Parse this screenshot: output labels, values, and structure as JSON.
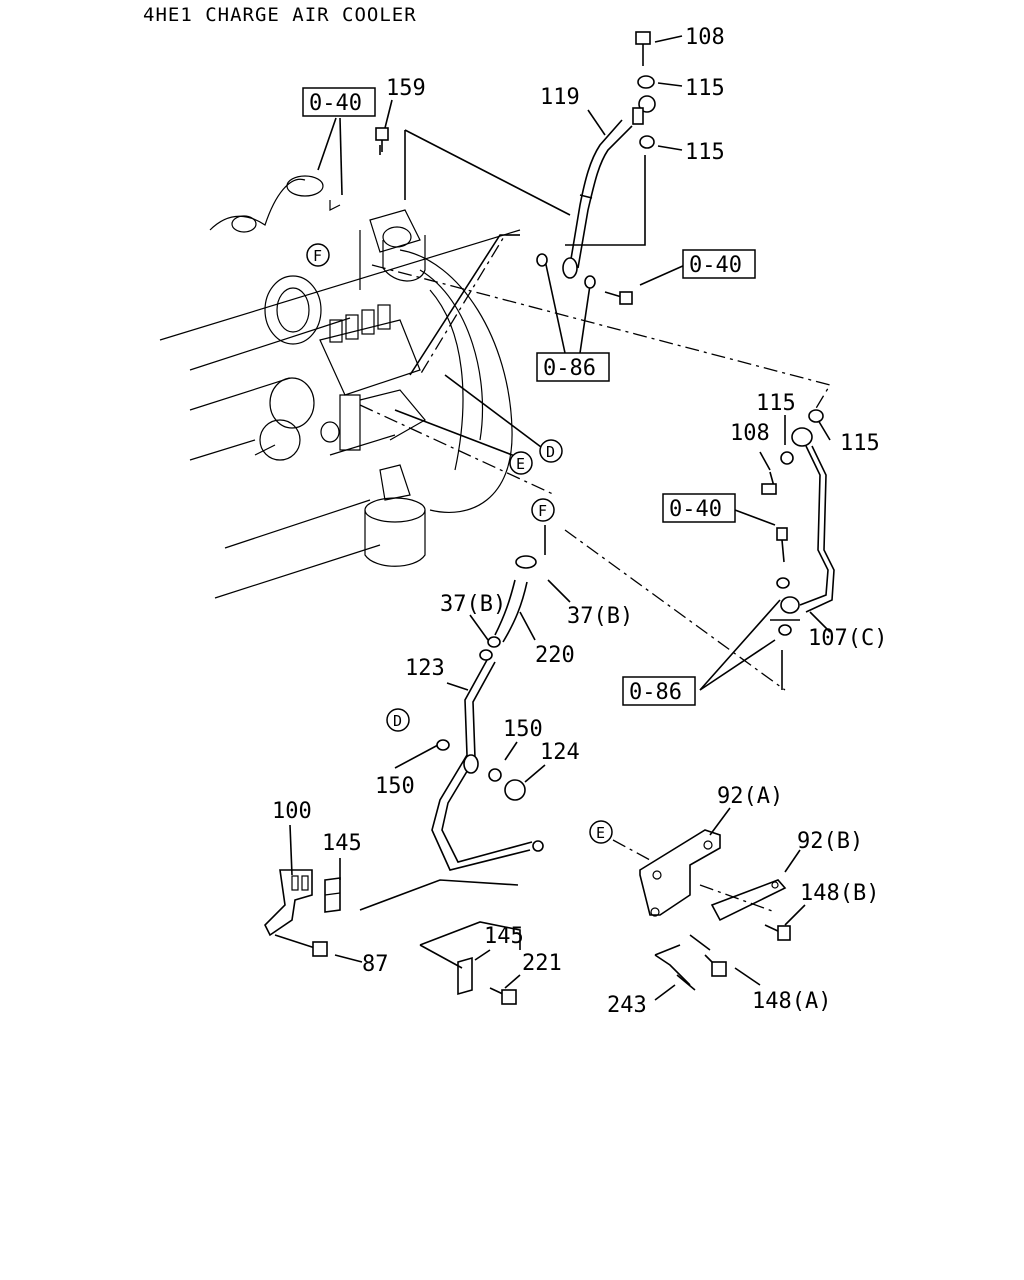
{
  "title": "4HE1 CHARGE AIR COOLER",
  "ref_boxes": [
    "0-40",
    "0-40",
    "0-86",
    "0-40",
    "0-86"
  ],
  "circle_markers": [
    "F",
    "D",
    "E",
    "F",
    "D",
    "E"
  ],
  "callouts": [
    "108",
    "115",
    "115",
    "119",
    "159",
    "115",
    "115",
    "108",
    "107(C)",
    "37(B)",
    "37(B)",
    "220",
    "123",
    "150",
    "150",
    "124",
    "100",
    "145",
    "87",
    "145",
    "221",
    "92(A)",
    "92(B)",
    "148(B)",
    "148(A)",
    "243"
  ]
}
